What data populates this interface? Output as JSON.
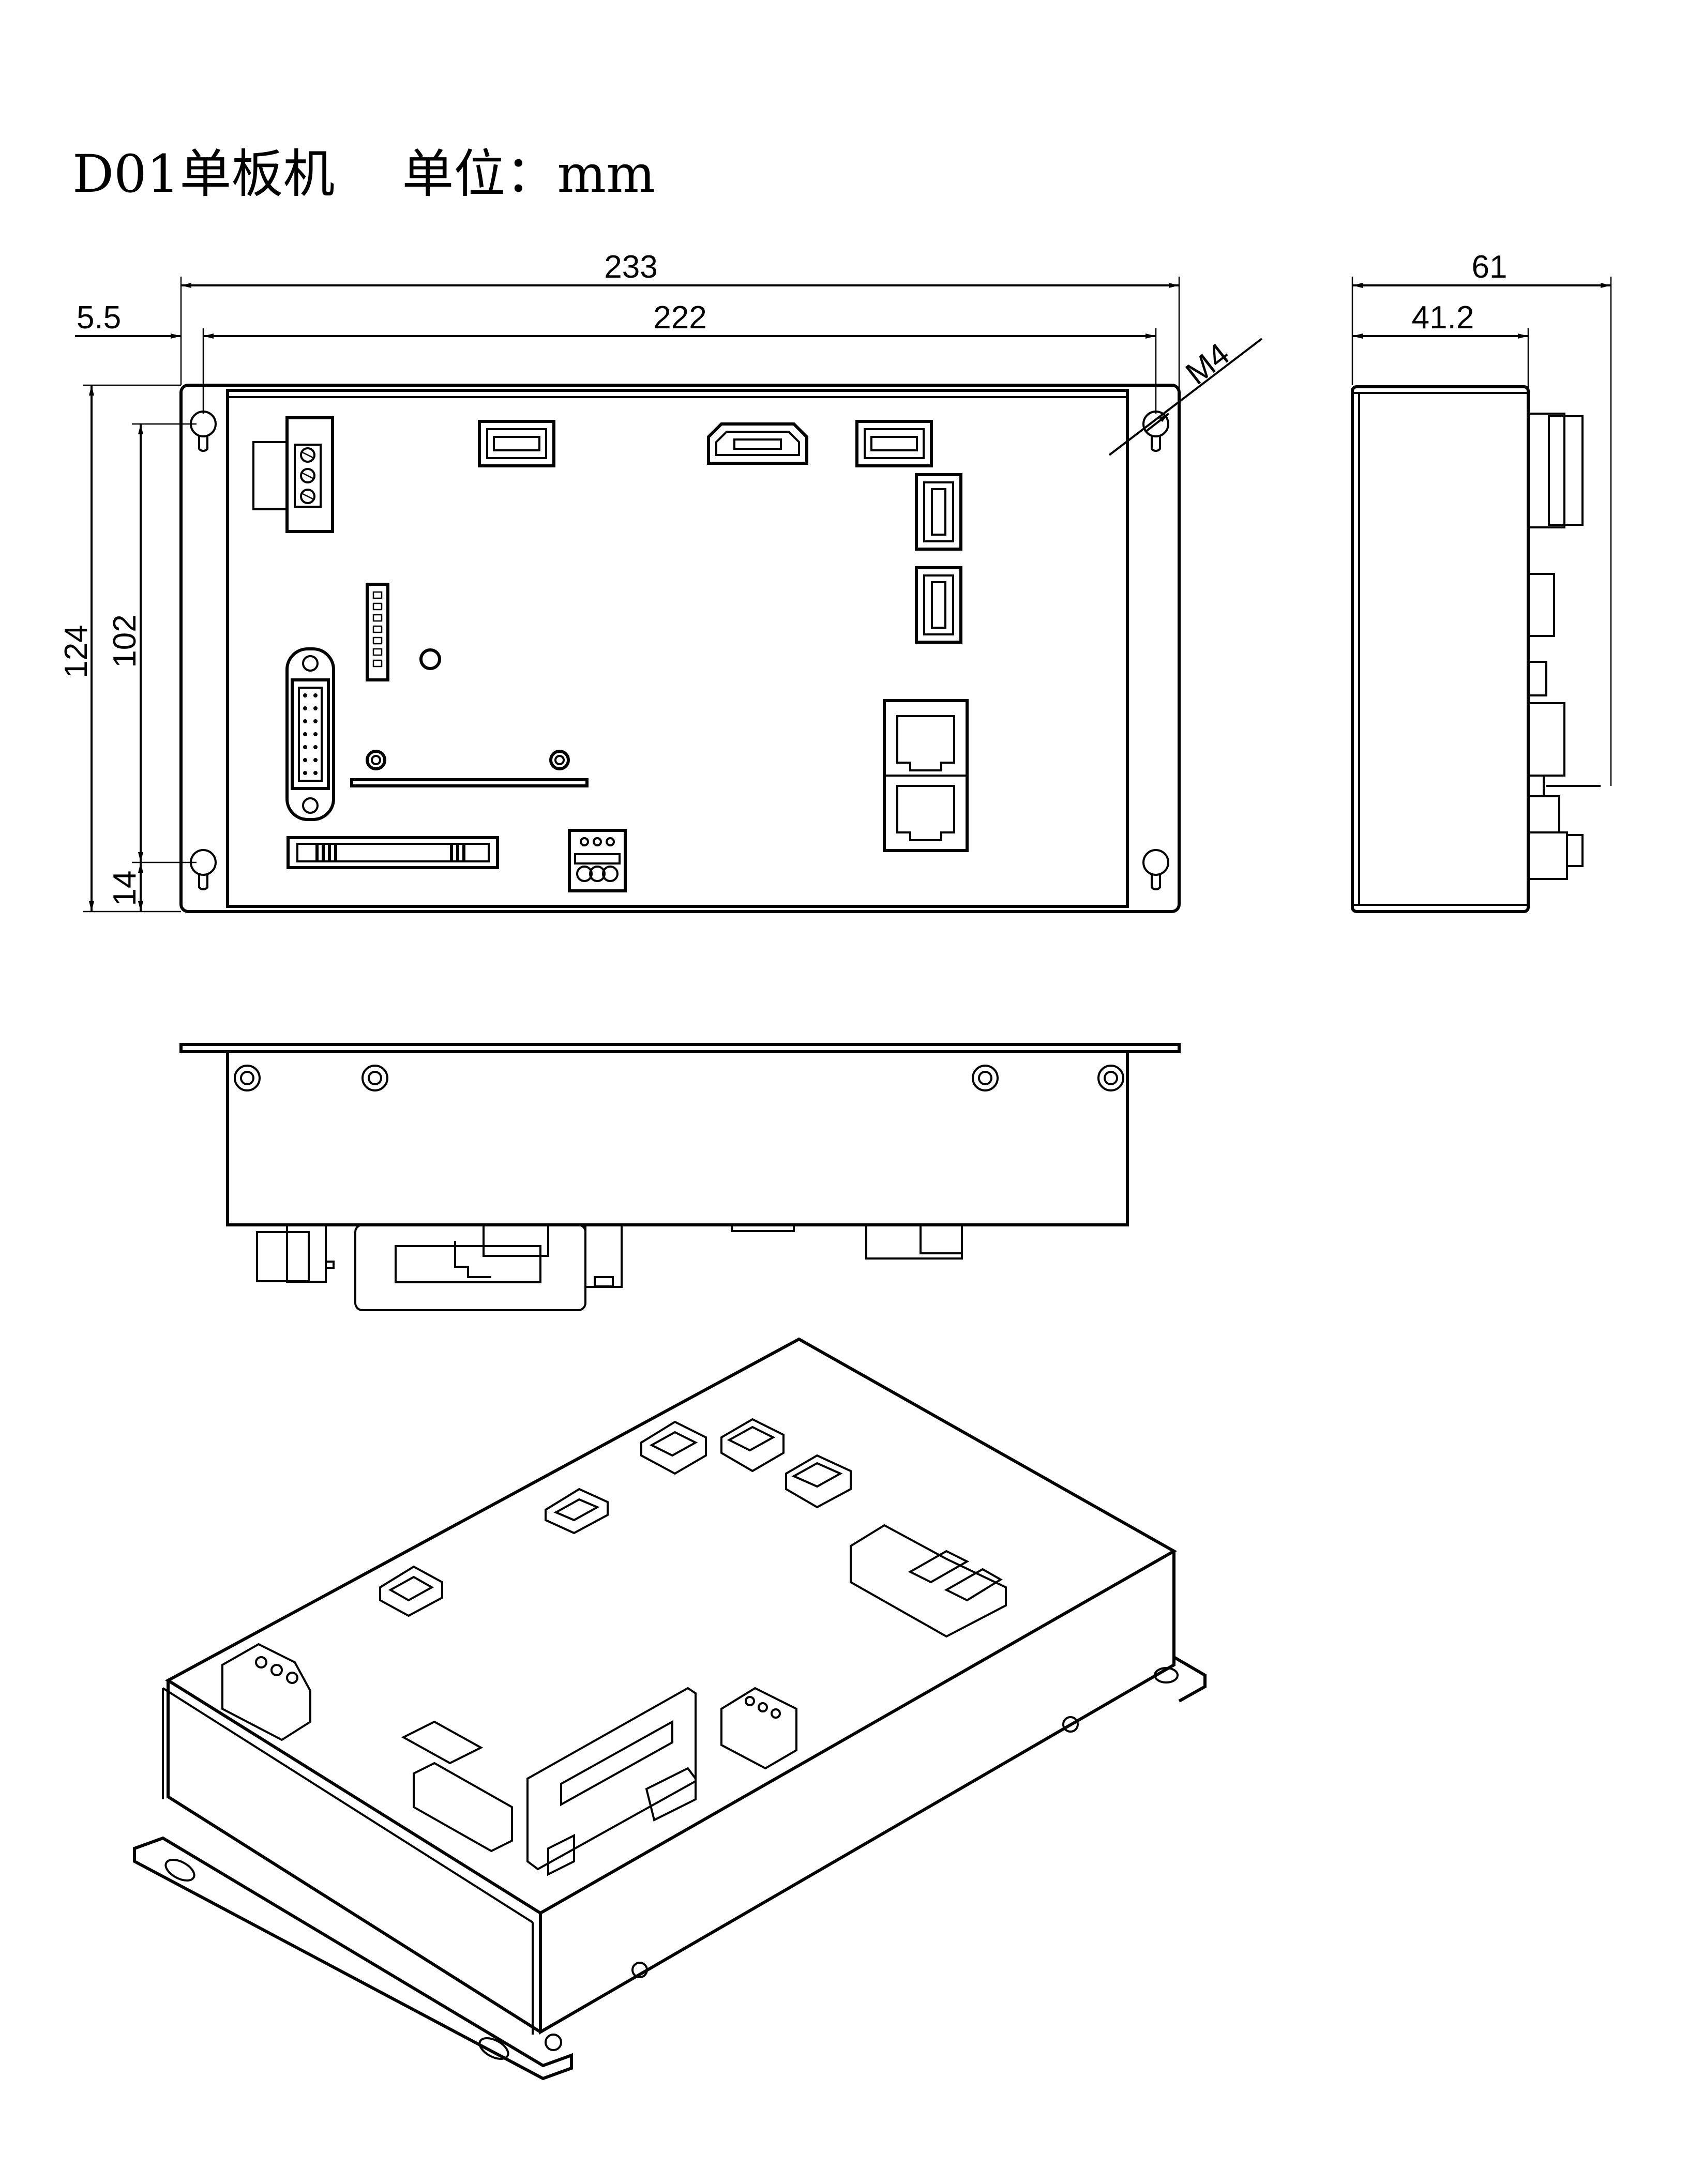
{
  "title": {
    "model": "D01单板机",
    "unit_label": "单位：mm"
  },
  "dimensions": {
    "overall_width": "233",
    "hole_spacing_width": "222",
    "hole_offset": "5.5",
    "overall_height": "124",
    "hole_spacing_height": "102",
    "hole_bottom_offset": "14",
    "hole_thread": "M4",
    "side_depth": "61",
    "side_body_depth": "41.2"
  }
}
